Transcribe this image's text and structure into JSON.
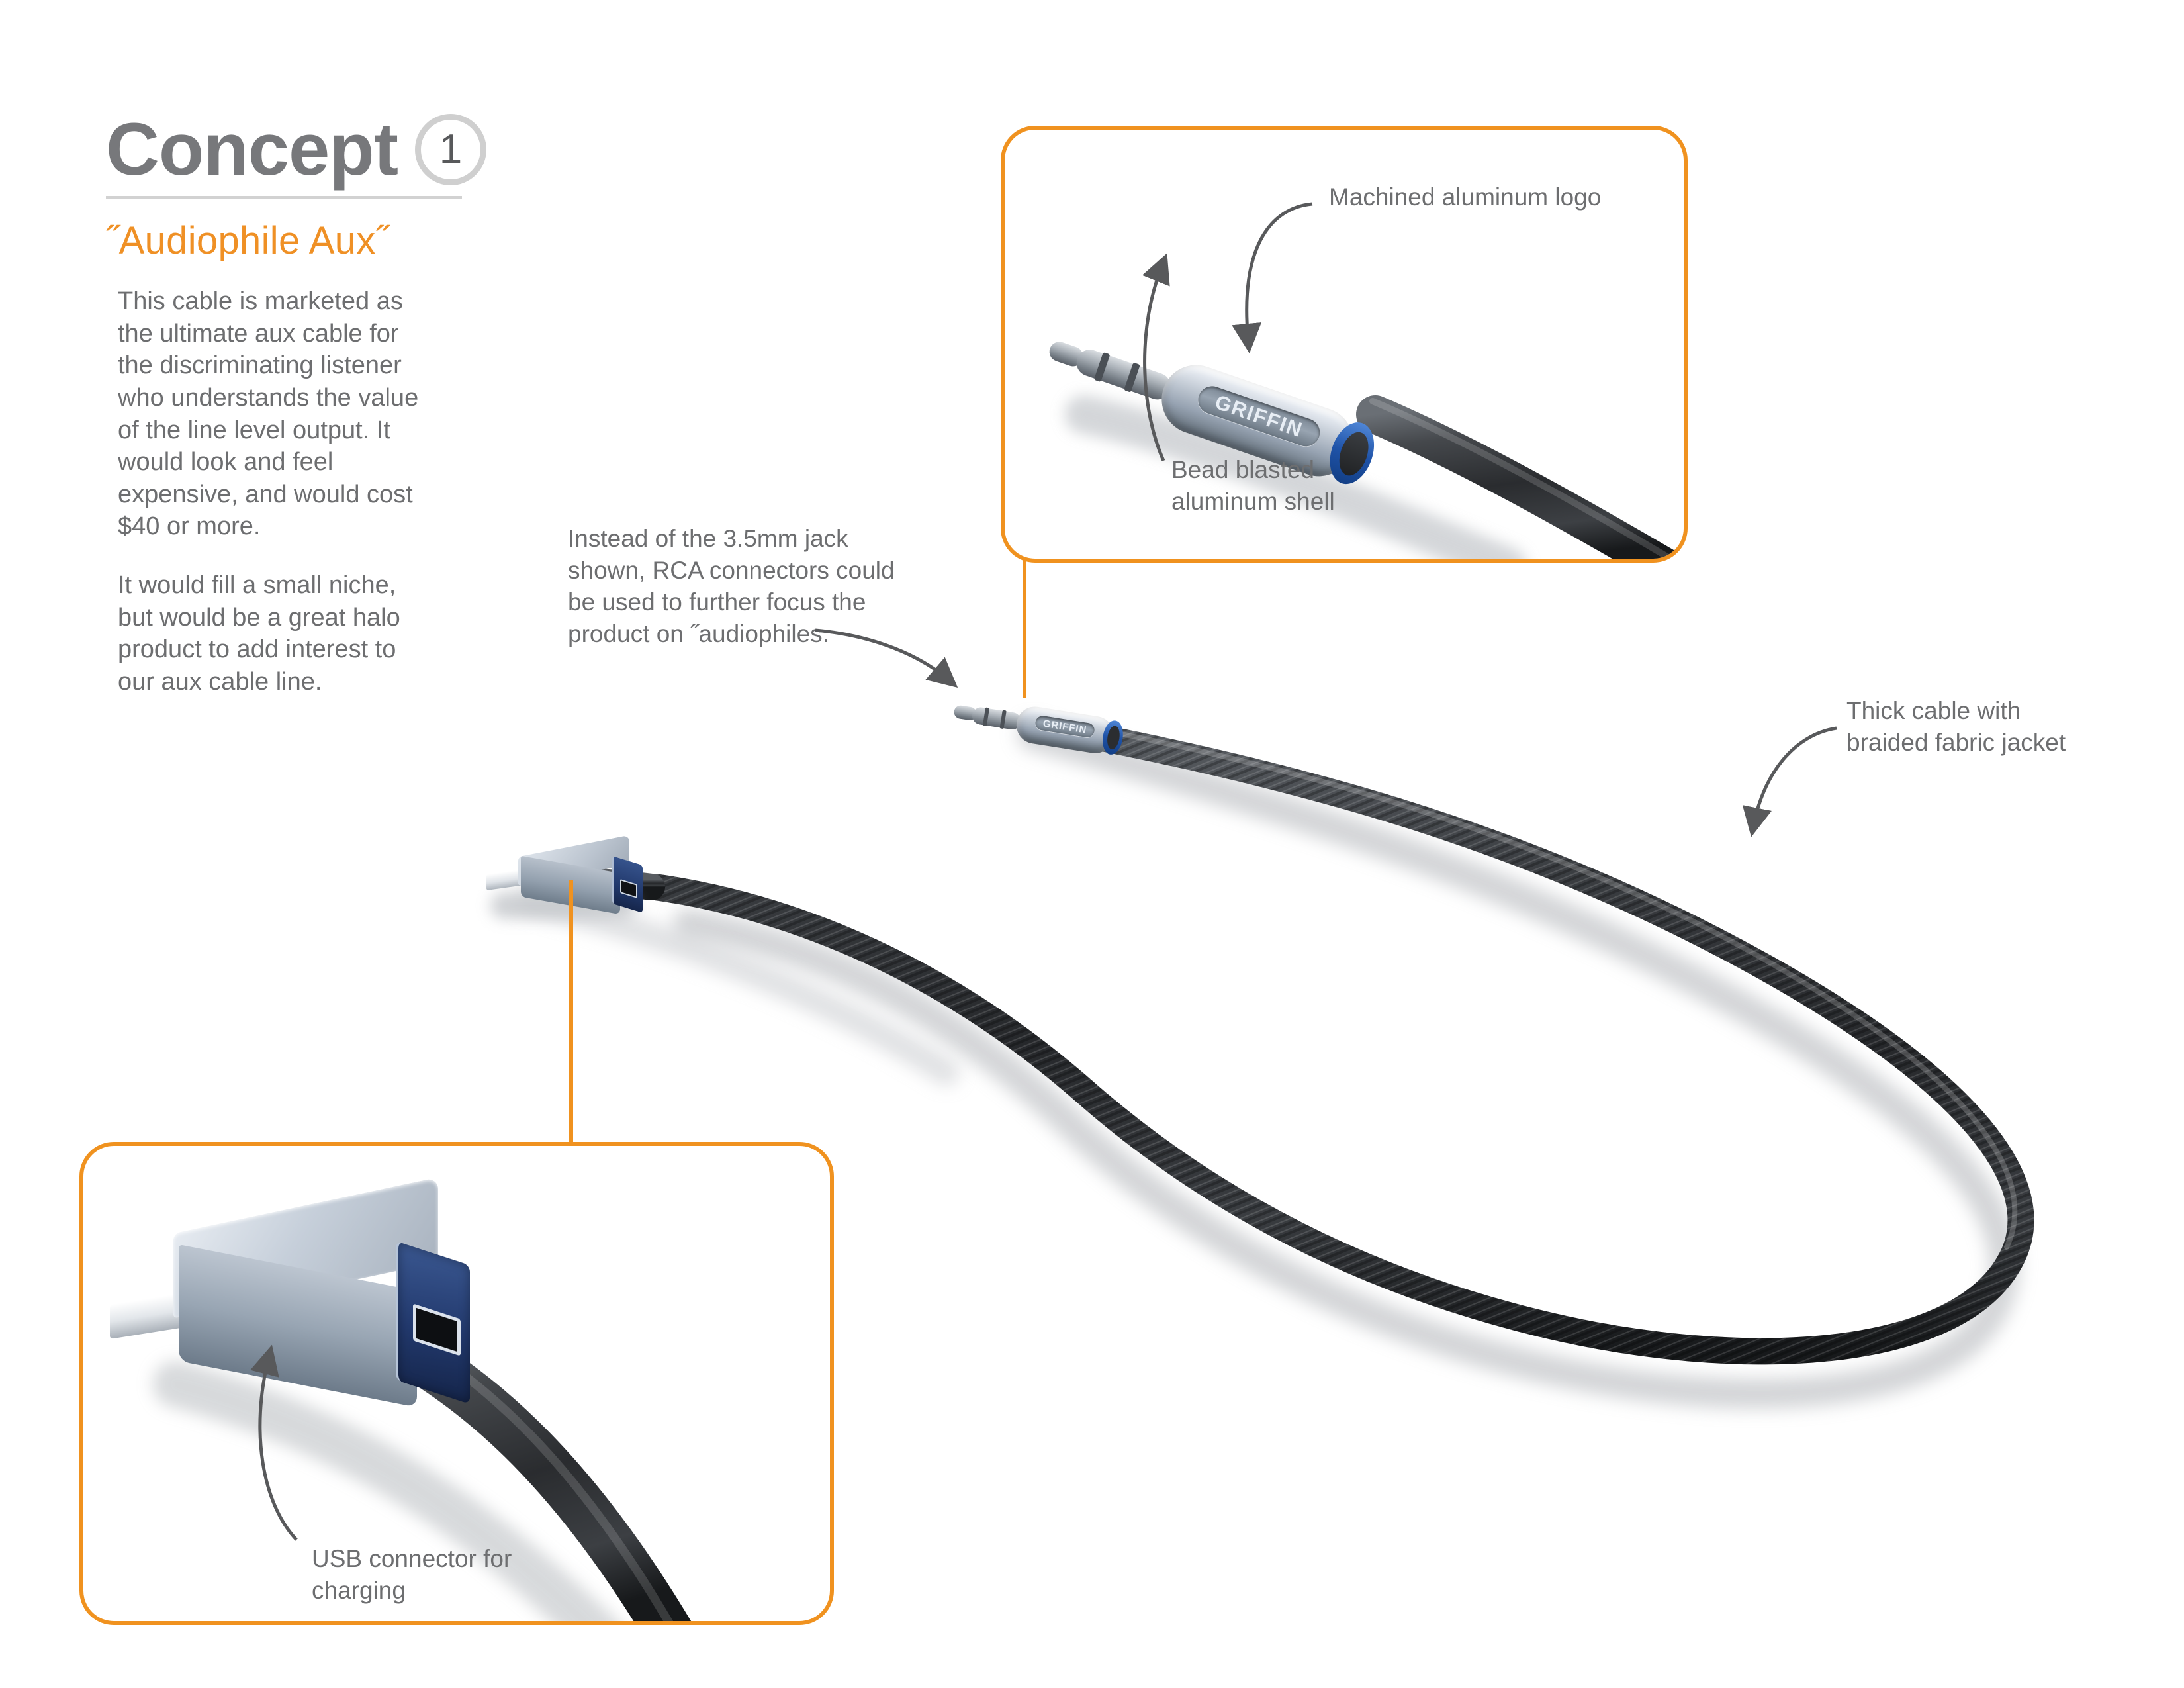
{
  "header": {
    "concept_label": "Concept",
    "concept_number": "1",
    "subtitle": "˝Audiophile Aux˝",
    "paragraphs": [
      "This cable is marketed as the ultimate aux cable for the discriminating listener who understands the value of the line level output. It would look and feel expensive, and would cost $40 or more.",
      "It would fill a small niche, but would be a great halo product to add interest to our aux cable line."
    ]
  },
  "annotations": {
    "machined_logo": "Machined aluminum logo",
    "bead_blasted": "Bead blasted aluminum shell",
    "rca_note": "Instead of the 3.5mm jack shown, RCA connectors could be used to further focus the product on ˝audiophiles.",
    "braided_jacket": "Thick cable with braided fabric jacket",
    "usb_charging": "USB connector for charging"
  },
  "product": {
    "brand_mark": "GRIFFIN"
  },
  "colors": {
    "accent_orange": "#f0921f",
    "title_grey": "#77787b",
    "body_grey": "#6d6e70",
    "rule_grey": "#d2d2d2",
    "badge_ring": "#cfcfcf",
    "cable_black": "#2e3033",
    "aluminum": "#b9c2cd",
    "accent_blue": "#1f53a8"
  }
}
